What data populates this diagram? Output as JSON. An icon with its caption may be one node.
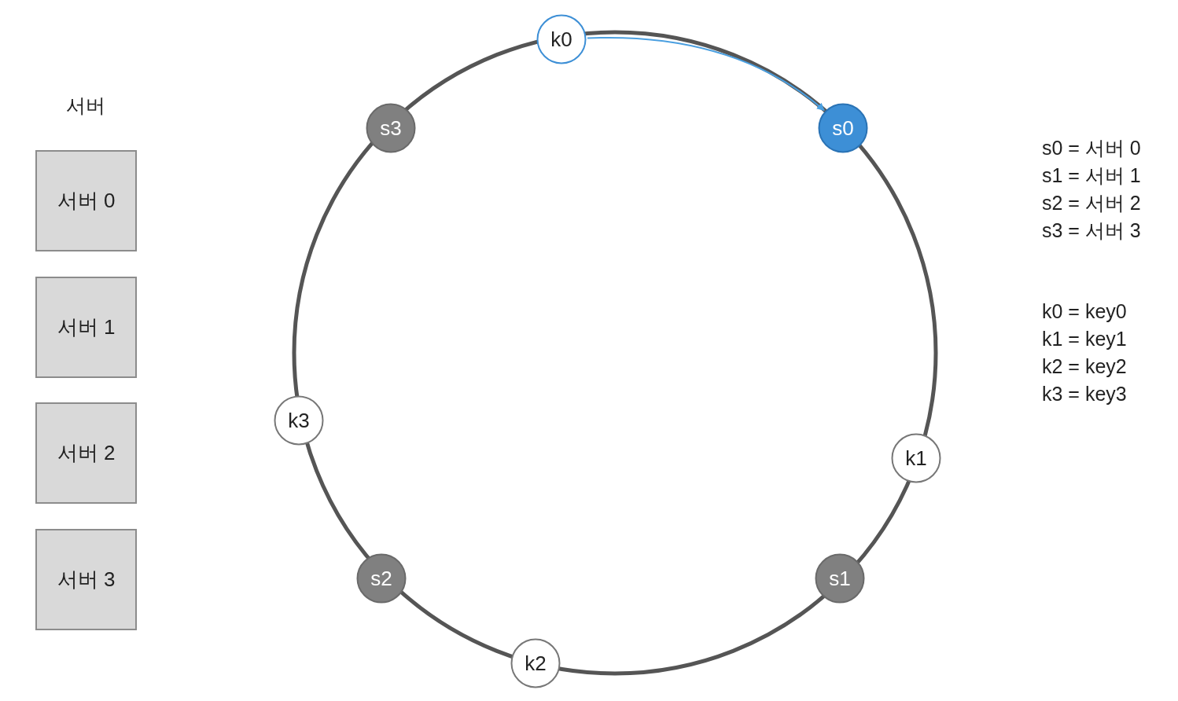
{
  "diagram": {
    "nodes": [
      {
        "text": [
          "서버 0"
        ]
      },
      {
        "text": [
          "서버 1"
        ]
      },
      {
        "text": [
          "서버 2"
        ]
      },
      {
        "text": [
          "서버 3"
        ]
      },
      {
        "text": [
          "k0"
        ]
      },
      {
        "text": [
          "s3"
        ]
      },
      {
        "text": [
          "s0"
        ]
      },
      {
        "text": [
          "k3"
        ]
      },
      {
        "text": [
          "k1"
        ]
      },
      {
        "text": [
          "s2"
        ]
      },
      {
        "text": [
          "s1"
        ]
      },
      {
        "text": [
          "k2"
        ]
      }
    ],
    "edges": [
      {
        "from": 4,
        "to": 6,
        "arrow": "to",
        "color": "#4a9fe0"
      }
    ],
    "labels": [
      "서버",
      "s0 = 서버 0",
      "s1 = 서버 1",
      "s2 = 서버 2",
      "s3 = 서버 3",
      "k0 = key0",
      "k1 = key1",
      "k2 = key2",
      "k3 = key3"
    ]
  }
}
